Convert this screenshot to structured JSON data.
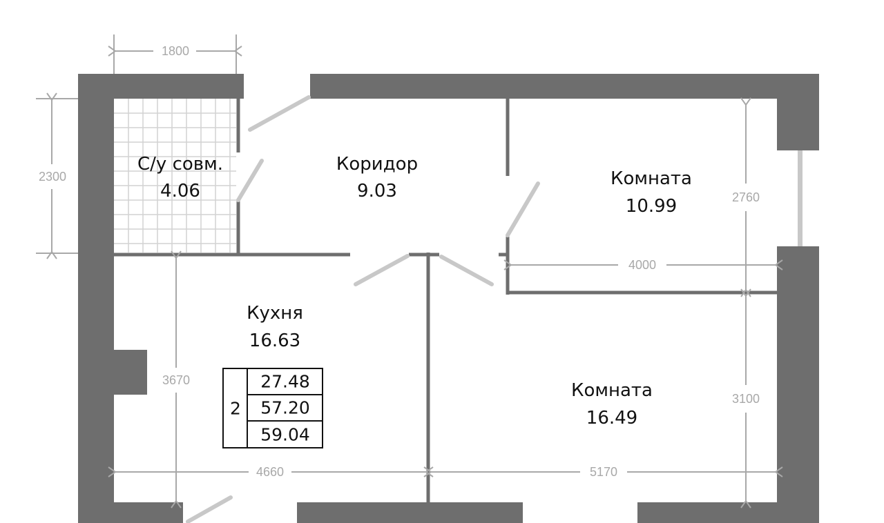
{
  "rooms": {
    "bathroom": {
      "name": "С/у совм.",
      "area": "4.06"
    },
    "corridor": {
      "name": "Коридор",
      "area": "9.03"
    },
    "room_small": {
      "name": "Комната",
      "area": "10.99"
    },
    "kitchen": {
      "name": "Кухня",
      "area": "16.63"
    },
    "room_large": {
      "name": "Комната",
      "area": "16.49"
    }
  },
  "dimensions": {
    "bathroom_width": "1800",
    "bathroom_height": "2300",
    "kitchen_height": "3670",
    "kitchen_width": "4660",
    "room_large_width": "5170",
    "room_small_height": "2760",
    "room_small_width": "4000",
    "room_large_height": "3100"
  },
  "summary": {
    "rooms_count": "2",
    "living_area": "27.48",
    "total_area": "57.20",
    "total_area_with_balcony": "59.04"
  },
  "colors": {
    "wall": "#6e6e6e",
    "door": "#c8c8c8",
    "dimension": "#a8a8a8"
  }
}
